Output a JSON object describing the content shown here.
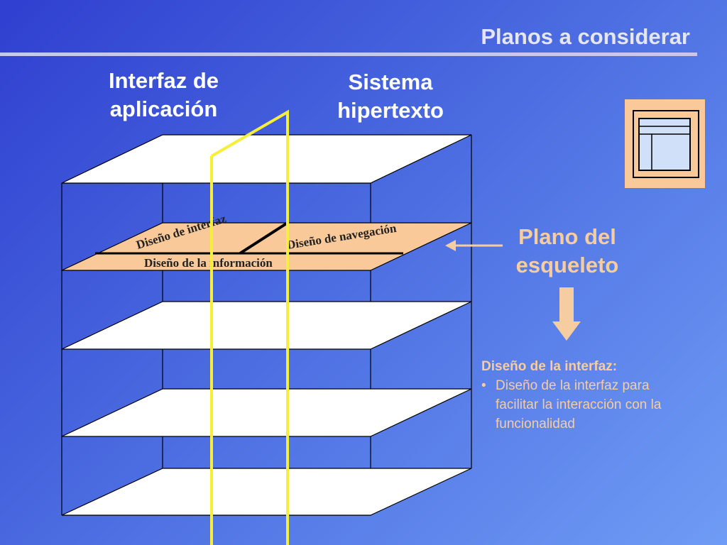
{
  "slide": {
    "title": "Planos a considerar"
  },
  "diagram": {
    "column_left": "Interfaz de\naplicación",
    "column_right": "Sistema\nhipertexto",
    "plane_labels": {
      "interfaz": "Diseño de interfaz",
      "navegacion": "Diseño de navegación",
      "informacion": "Diseño de la información"
    },
    "plane_name": "Plano del\nesqueleto"
  },
  "description": {
    "heading": "Diseño de la interfaz:",
    "bullet": "•",
    "items": [
      "Diseño de la interfaz para\nfacilitar la interacción con la\nfuncionalidad"
    ]
  },
  "colors": {
    "plane_highlight": "#f9c99a",
    "frame_yellow": "#f5ee3a",
    "accent_text": "#f6cda0",
    "icon_fill": "#cfe0f8"
  },
  "icons": {
    "layout": "window-layout-icon",
    "arrow_left": "arrow-left-icon",
    "arrow_down": "arrow-down-icon"
  }
}
